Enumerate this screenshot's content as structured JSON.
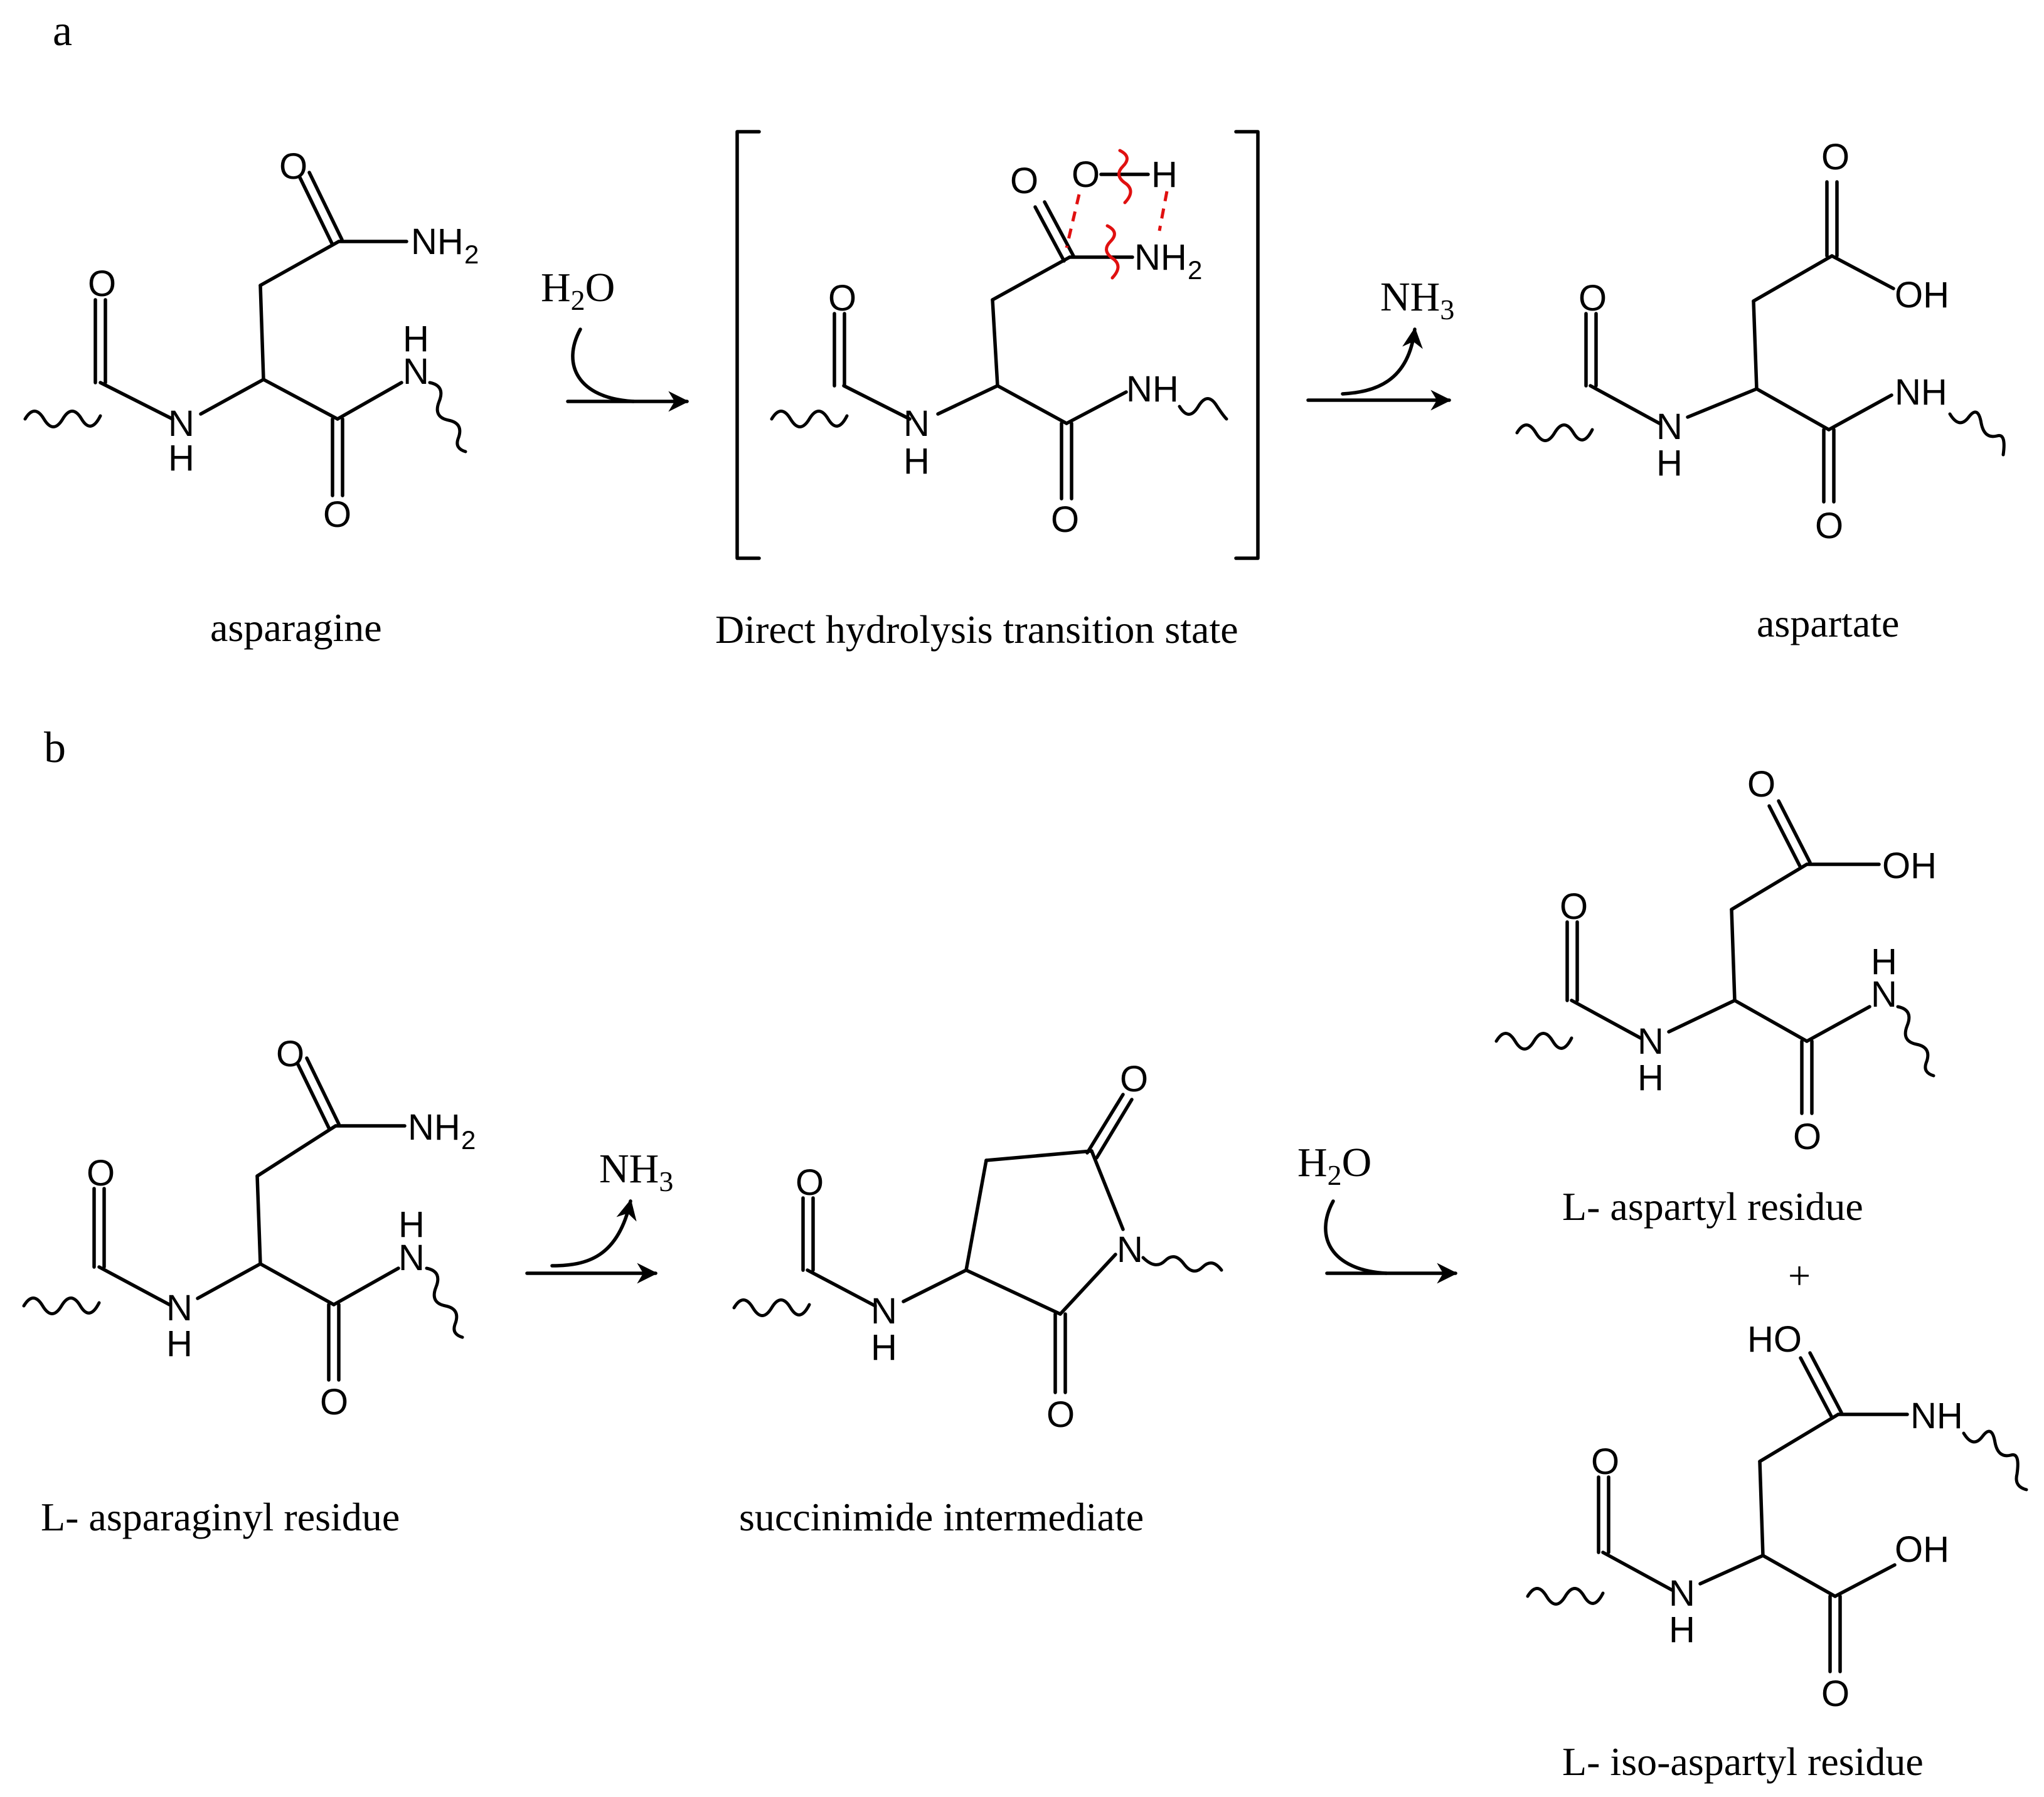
{
  "panels": {
    "a": "a",
    "b": "b"
  },
  "atoms": {
    "O": "O",
    "N": "N",
    "H": "H",
    "NH": "NH",
    "NH2_base": "NH",
    "NH2_sub": "2",
    "OH": "OH",
    "HO": "HO"
  },
  "reagents": {
    "water_base": "H",
    "water_sub": "2",
    "water_end": "O",
    "ammonia_base": "NH",
    "ammonia_sub": "3"
  },
  "captions": {
    "asparagine": "asparagine",
    "transition_state": "Direct hydrolysis transition state",
    "aspartate": "aspartate",
    "asparaginyl": "L- asparaginyl residue",
    "succinimide": "succinimide intermediate",
    "aspartyl": "L- aspartyl residue",
    "plus": "+",
    "isoaspartyl": "L- iso-aspartyl residue"
  },
  "colors": {
    "structure": "#000000",
    "highlight": "#e01010"
  }
}
